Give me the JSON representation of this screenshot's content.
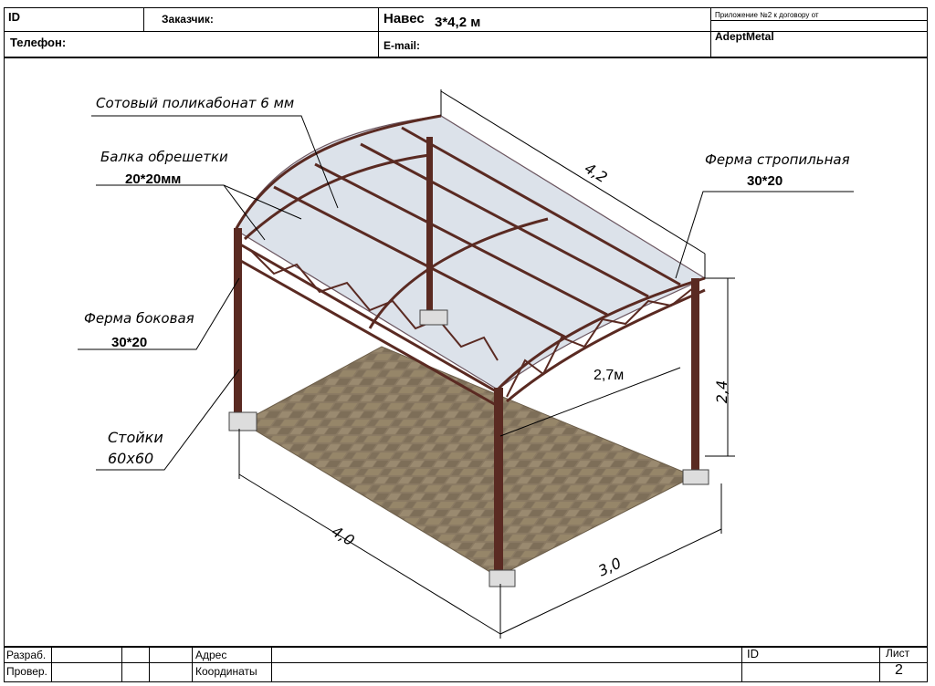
{
  "header": {
    "id_label": "ID",
    "customer_label": "Заказчик:",
    "product_label": "Навес",
    "product_size": "3*4,2 м",
    "appendix": "Приложение №2 к договору от",
    "phone_label": "Телефон:",
    "email_label": "E-mail:",
    "company": "AdeptMetal"
  },
  "callouts": {
    "polycarbonate": "Сотовый поликабонат 6 мм",
    "lath_beam": "Балка обрешетки",
    "lath_beam_size": "20*20мм",
    "rafter_truss": "Ферма стропильная",
    "rafter_truss_size": "30*20",
    "side_truss": "Ферма боковая",
    "side_truss_size": "30*20",
    "posts": "Стойки",
    "posts_size": "60x60"
  },
  "dimensions": {
    "roof_length": "4,2",
    "height_inner": "2,7м",
    "height_post": "2,4",
    "length": "4,0",
    "width": "3,0"
  },
  "footer": {
    "developed": "Разраб.",
    "checked": "Провер.",
    "address": "Адрес",
    "coordinates": "Координаты",
    "id_label": "ID",
    "sheet_label": "Лист",
    "sheet_number": "2"
  },
  "colors": {
    "frame": "#5a2a22",
    "paving": "#8a7a63",
    "glass": "#c9d2df"
  }
}
